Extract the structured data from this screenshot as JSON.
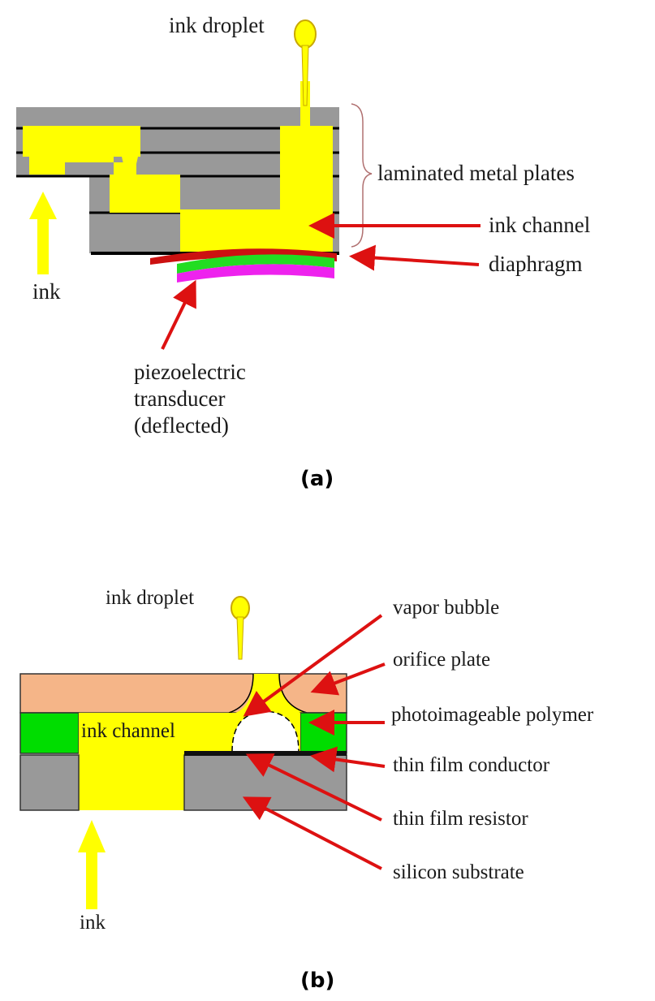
{
  "panel_a": {
    "caption": "(a)",
    "labels": {
      "ink_droplet": "ink droplet",
      "laminated_metal_plates": "laminated metal plates",
      "ink_channel": "ink channel",
      "diaphragm": "diaphragm",
      "ink": "ink",
      "piezo_line1": "piezoelectric",
      "piezo_line2": "transducer",
      "piezo_line3": "(deflected)"
    }
  },
  "panel_b": {
    "caption": "(b)",
    "labels": {
      "ink_droplet": "ink droplet",
      "vapor_bubble": "vapor bubble",
      "orifice_plate": "orifice plate",
      "photoimageable_polymer": "photoimageable polymer",
      "thin_film_conductor": "thin film conductor",
      "thin_film_resistor": "thin film resistor",
      "silicon_substrate": "silicon substrate",
      "ink_channel": "ink channel",
      "ink": "ink"
    }
  },
  "colors": {
    "ink": "#ffff00",
    "metal": "#999999",
    "arrow": "#dd1111",
    "diaphragm": "#cc1111",
    "piezo_green": "#22dd22",
    "piezo_magenta": "#ee22ee",
    "orifice": "#f5b588",
    "polymer": "#00dd00"
  }
}
